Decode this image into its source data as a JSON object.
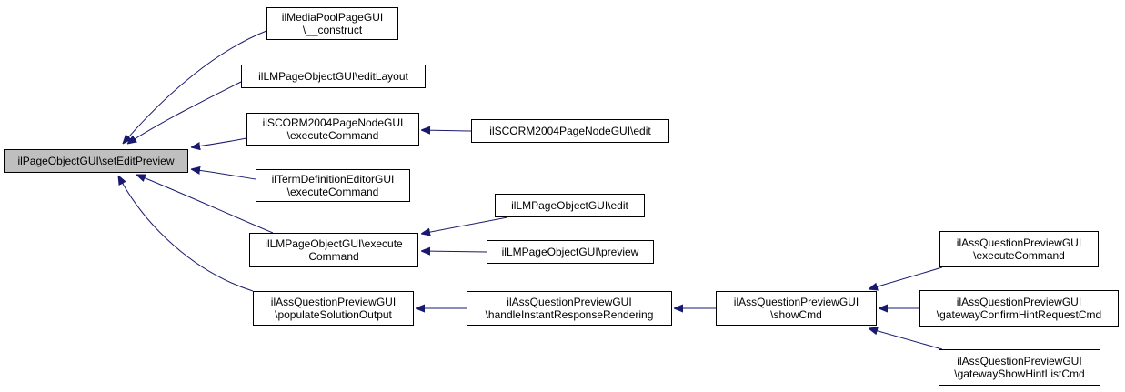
{
  "graph": {
    "edge_color": "#191970",
    "root_fill": "#bfbfbf",
    "nodes": [
      {
        "id": "root",
        "lines": [
          "ilPageObjectGUI\\setEditPreview"
        ]
      },
      {
        "id": "mediapool",
        "lines": [
          "ilMediaPoolPageGUI",
          "\\__construct"
        ]
      },
      {
        "id": "lmeditlayout",
        "lines": [
          "ilLMPageObjectGUI\\editLayout"
        ]
      },
      {
        "id": "scormexec",
        "lines": [
          "ilSCORM2004PageNodeGUI",
          "\\executeCommand"
        ]
      },
      {
        "id": "scormedit",
        "lines": [
          "ilSCORM2004PageNodeGUI\\edit"
        ]
      },
      {
        "id": "termexec",
        "lines": [
          "ilTermDefinitionEditorGUI",
          "\\executeCommand"
        ]
      },
      {
        "id": "lmexec",
        "lines": [
          "ilLMPageObjectGUI\\execute",
          "Command"
        ]
      },
      {
        "id": "lmedit",
        "lines": [
          "ilLMPageObjectGUI\\edit"
        ]
      },
      {
        "id": "lmpreview",
        "lines": [
          "ilLMPageObjectGUI\\preview"
        ]
      },
      {
        "id": "aqpopulate",
        "lines": [
          "ilAssQuestionPreviewGUI",
          "\\populateSolutionOutput"
        ]
      },
      {
        "id": "aqhandle",
        "lines": [
          "ilAssQuestionPreviewGUI",
          "\\handleInstantResponseRendering"
        ]
      },
      {
        "id": "aqshow",
        "lines": [
          "ilAssQuestionPreviewGUI",
          "\\showCmd"
        ]
      },
      {
        "id": "aqexec",
        "lines": [
          "ilAssQuestionPreviewGUI",
          "\\executeCommand"
        ]
      },
      {
        "id": "aqconfirm",
        "lines": [
          "ilAssQuestionPreviewGUI",
          "\\gatewayConfirmHintRequestCmd"
        ]
      },
      {
        "id": "aqhintlist",
        "lines": [
          "ilAssQuestionPreviewGUI",
          "\\gatewayShowHintListCmd"
        ]
      }
    ],
    "edges": [
      {
        "from": "mediapool",
        "to": "root"
      },
      {
        "from": "lmeditlayout",
        "to": "root"
      },
      {
        "from": "scormexec",
        "to": "root"
      },
      {
        "from": "termexec",
        "to": "root"
      },
      {
        "from": "lmexec",
        "to": "root"
      },
      {
        "from": "aqpopulate",
        "to": "root"
      },
      {
        "from": "scormedit",
        "to": "scormexec"
      },
      {
        "from": "lmedit",
        "to": "lmexec"
      },
      {
        "from": "lmpreview",
        "to": "lmexec"
      },
      {
        "from": "aqhandle",
        "to": "aqpopulate"
      },
      {
        "from": "aqshow",
        "to": "aqhandle"
      },
      {
        "from": "aqexec",
        "to": "aqshow"
      },
      {
        "from": "aqconfirm",
        "to": "aqshow"
      },
      {
        "from": "aqhintlist",
        "to": "aqshow"
      }
    ]
  }
}
